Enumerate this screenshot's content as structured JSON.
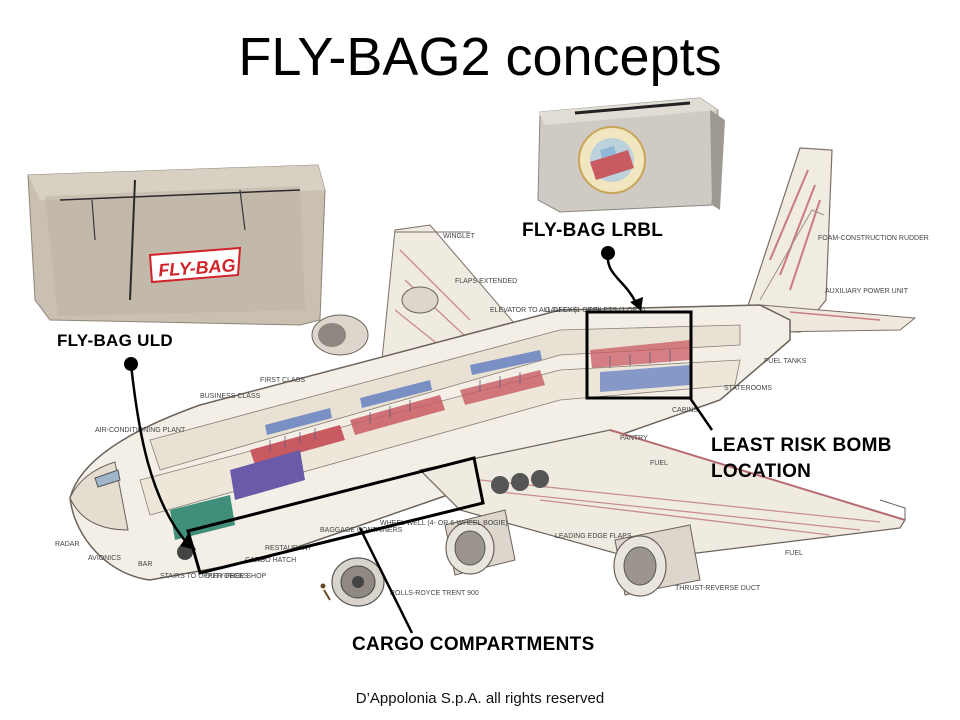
{
  "title": "FLY-BAG2 concepts",
  "callouts": {
    "uld": "FLY-BAG ULD",
    "lrbl": "FLY-BAG LRBL",
    "least_risk_line1": "LEAST RISK BOMB",
    "least_risk_line2": "LOCATION",
    "cargo": "CARGO COMPARTMENTS"
  },
  "uld_bag_logo": "FLY-BAG",
  "footer": "D’Appolonia S.p.A. all rights reserved",
  "aircraft_labels": {
    "winglet": "WINGLET",
    "flaps": "FLAPS EXTENDED",
    "elevator": "ELEVATOR TO ALL DECKS",
    "galley": "GALLEY (1 OF 6)",
    "toilets": "TOILETS (1 OF 5)",
    "foam": "FOAM-CONSTRUCTION RUDDER",
    "apu": "AUXILIARY POWER UNIT",
    "fuel_tanks": "FUEL TANKS",
    "staterooms": "STATEROOMS",
    "cabins": "CABINS",
    "pantry": "PANTRY",
    "fuel": "FUEL",
    "first_class": "FIRST CLASS",
    "business_class": "BUSINESS CLASS",
    "air_cond": "AIR-CONDITIONING PLANT",
    "radar": "RADAR",
    "avionics": "AVIONICS",
    "bar": "BAR",
    "stairs": "STAIRS TO UPPER DECKS",
    "duty_free": "DUTY-FREE SHOP",
    "cargo_hatch": "CARGO HATCH",
    "restaurant": "RESTAURANT",
    "baggage": "BAGGAGE CONTAINERS",
    "wheel_well": "WHEEL WELL (4- OR 6-WHEEL BOGIE)",
    "rolls_royce": "ROLLS-ROYCE TRENT 900",
    "leading_edge": "LEADING EDGE FLAPS",
    "thrust_reverse": "THRUST-REVERSE DUCT",
    "fuel_wing": "FUEL"
  },
  "colors": {
    "bag_fabric": "#c9c0b1",
    "logo_red": "#d2232a",
    "fuselage": "#f3efe6",
    "cabin_red": "#c85a62",
    "seat_blue": "#7a8fc4",
    "box_outline": "#000000"
  }
}
